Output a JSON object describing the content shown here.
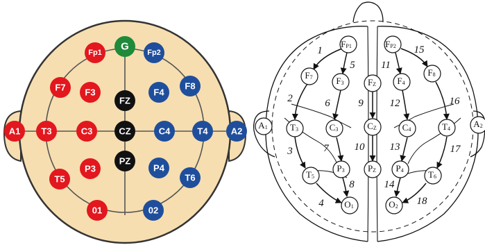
{
  "colors": {
    "head_fill": "#f6deb0",
    "head_stroke": "#333333",
    "left_hemisphere": "#e3171e",
    "right_hemisphere": "#1f4e9c",
    "midline": "#111111",
    "ground": "#1e8a3a"
  },
  "left_diagram": {
    "electrodes": {
      "g": "G",
      "fp1": "Fp1",
      "fp2": "Fp2",
      "f7": "F7",
      "f3": "F3",
      "fz": "FZ",
      "f4": "F4",
      "f8": "F8",
      "a1": "A1",
      "t3": "T3",
      "c3": "C3",
      "cz": "CZ",
      "c4": "C4",
      "t4": "T4",
      "a2": "A2",
      "p3": "P3",
      "pz": "PZ",
      "p4": "P4",
      "t5": "T5",
      "t6": "T6",
      "o1": "01",
      "o2": "02"
    }
  },
  "right_diagram": {
    "electrodes": {
      "fp1": {
        "main": "F",
        "sub": "P1"
      },
      "fp2": {
        "main": "F",
        "sub": "P2"
      },
      "f7": {
        "main": "F",
        "sub": "7"
      },
      "f3": {
        "main": "F",
        "sub": "3"
      },
      "fz": {
        "main": "F",
        "sub": "Z"
      },
      "f4": {
        "main": "F",
        "sub": "4"
      },
      "f8": {
        "main": "F",
        "sub": "8"
      },
      "t3": {
        "main": "T",
        "sub": "3"
      },
      "c3": {
        "main": "C",
        "sub": "3"
      },
      "cz": {
        "main": "C",
        "sub": "Z"
      },
      "c4": {
        "main": "C",
        "sub": "4"
      },
      "t4": {
        "main": "T",
        "sub": "4"
      },
      "t5": {
        "main": "T",
        "sub": "5"
      },
      "p3": {
        "main": "P",
        "sub": "3"
      },
      "pz": {
        "main": "P",
        "sub": "Z"
      },
      "p4": {
        "main": "P",
        "sub": "4"
      },
      "t6": {
        "main": "T",
        "sub": "6"
      },
      "o1": {
        "main": "O",
        "sub": "1"
      },
      "o2": {
        "main": "O",
        "sub": "2"
      },
      "a1": {
        "main": "A",
        "sub": "1"
      },
      "a2": {
        "main": "A",
        "sub": "2"
      }
    },
    "channels": [
      "1",
      "2",
      "3",
      "4",
      "5",
      "6",
      "7",
      "8",
      "9",
      "10",
      "11",
      "12",
      "13",
      "14",
      "15",
      "16",
      "17",
      "18"
    ]
  }
}
